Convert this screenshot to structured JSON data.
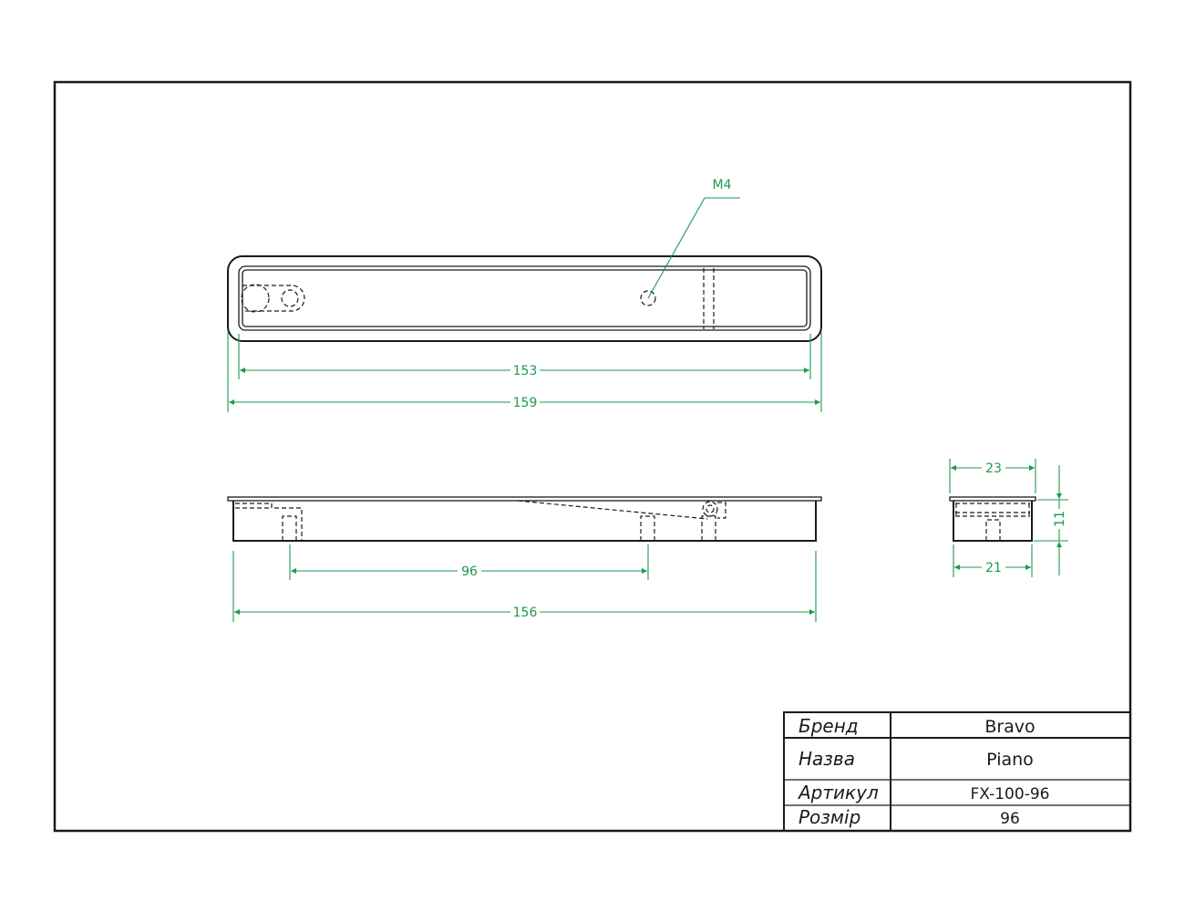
{
  "dimensions": {
    "top_inner_length": "153",
    "top_outer_length": "159",
    "thread": "M4",
    "hole_spacing": "96",
    "side_length": "156",
    "end_top_width": "23",
    "end_bottom_width": "21",
    "end_height": "11"
  },
  "title_block": {
    "rows": [
      {
        "label": "Бренд",
        "value": "Bravo"
      },
      {
        "label": "Назва",
        "value": "Piano"
      },
      {
        "label": "Артикул",
        "value": "FX-100-96"
      },
      {
        "label": "Розмір",
        "value": "96"
      }
    ]
  },
  "colors": {
    "outline": "#1a1a1a",
    "dimension": "#1a9a4e",
    "background": "#ffffff"
  }
}
